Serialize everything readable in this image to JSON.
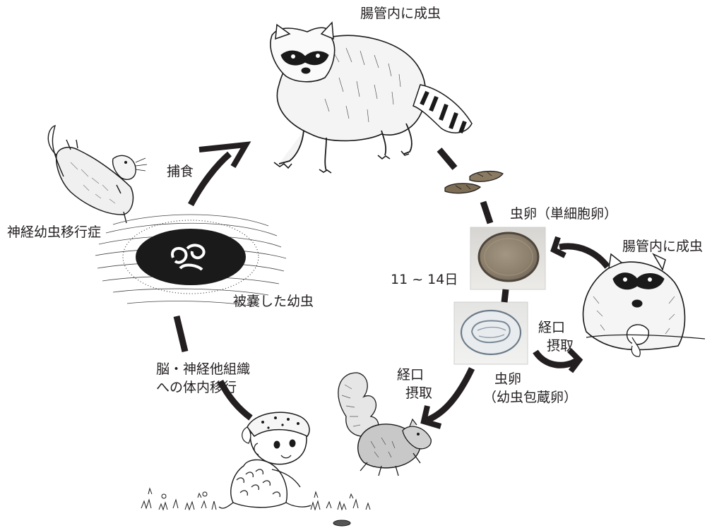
{
  "colors": {
    "arrow": "#231f20",
    "ink": "#1a1a1a",
    "egg_bg_top": "#d8d6d2",
    "egg_bg_bottom": "#eeeeec"
  },
  "labels": {
    "adult_top": "腸管内に成虫",
    "adult_right": "腸管内に成虫",
    "egg_unembryonated": "虫卵（単細胞卵）",
    "days": "11 ~ 14日",
    "oral_right_line1": "経口",
    "oral_right_line2": "摂取",
    "oral_left_line1": "経口",
    "oral_left_line2": "摂取",
    "egg_embryonated_line1": "虫卵",
    "egg_embryonated_line2": "（幼虫包蔵卵）",
    "predation": "捕食",
    "nlm": "神経幼虫移行症",
    "encysted_larva": "被嚢した幼虫",
    "migration_line1": "脳・神経他組織",
    "migration_line2": "への体内移行"
  },
  "icons": [
    "raccoon-adult-icon",
    "raccoon-eating-icon",
    "rodent-dead-icon",
    "squirrel-icon",
    "child-playing-icon",
    "feces-icon",
    "cyst-larva-icon"
  ]
}
